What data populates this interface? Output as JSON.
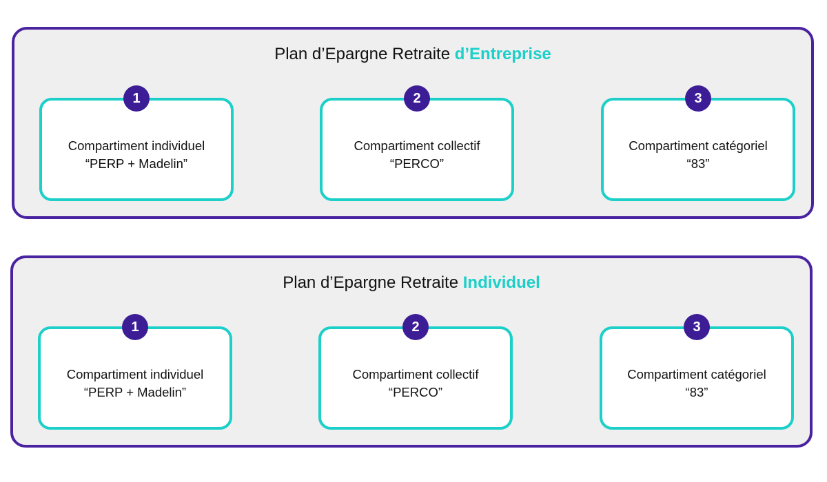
{
  "colors": {
    "panel_border": "#4a23a0",
    "panel_bg": "#efefef",
    "accent": "#1ccfc9",
    "badge_bg": "#3d1d96"
  },
  "panels": [
    {
      "title_prefix": "Plan d’Epargne Retraite ",
      "title_accent": "d’Entreprise",
      "cards": [
        {
          "number": "1",
          "line1": "Compartiment individuel",
          "line2": "“PERP + Madelin”"
        },
        {
          "number": "2",
          "line1": "Compartiment collectif",
          "line2": "“PERCO”"
        },
        {
          "number": "3",
          "line1": "Compartiment catégoriel",
          "line2": "“83”"
        }
      ]
    },
    {
      "title_prefix": "Plan d’Epargne Retraite ",
      "title_accent": "Individuel",
      "cards": [
        {
          "number": "1",
          "line1": "Compartiment individuel",
          "line2": "“PERP + Madelin”"
        },
        {
          "number": "2",
          "line1": "Compartiment collectif",
          "line2": "“PERCO”"
        },
        {
          "number": "3",
          "line1": "Compartiment catégoriel",
          "line2": "“83”"
        }
      ]
    }
  ]
}
